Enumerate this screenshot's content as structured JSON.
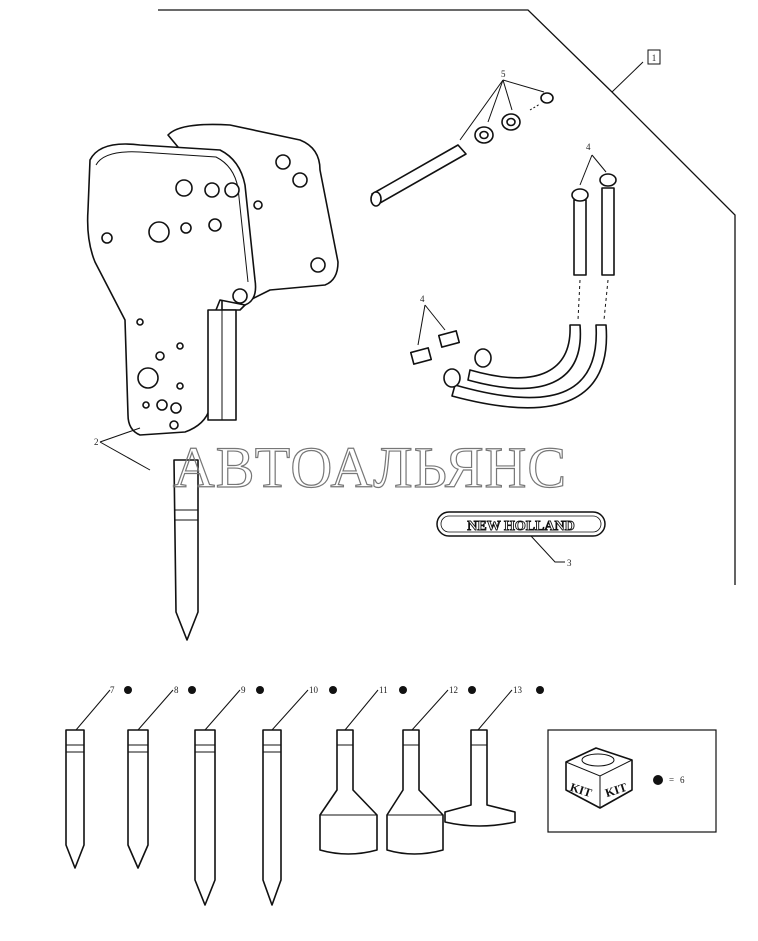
{
  "diagram": {
    "box_label": "1",
    "watermark": "АВТОАЛЬЯНС",
    "brand_decal": "NEW HOLLAND",
    "callouts": {
      "bracket": "2",
      "decal": "3",
      "hoses_top": "4",
      "fittings": "4",
      "pin_set": "5",
      "kit_number": "6"
    },
    "tools": [
      {
        "number": "7"
      },
      {
        "number": "8"
      },
      {
        "number": "9"
      },
      {
        "number": "10"
      },
      {
        "number": "11"
      },
      {
        "number": "12"
      },
      {
        "number": "13"
      }
    ],
    "kit": {
      "label_1": "KIT",
      "label_2": "KIT",
      "equals": "="
    }
  }
}
